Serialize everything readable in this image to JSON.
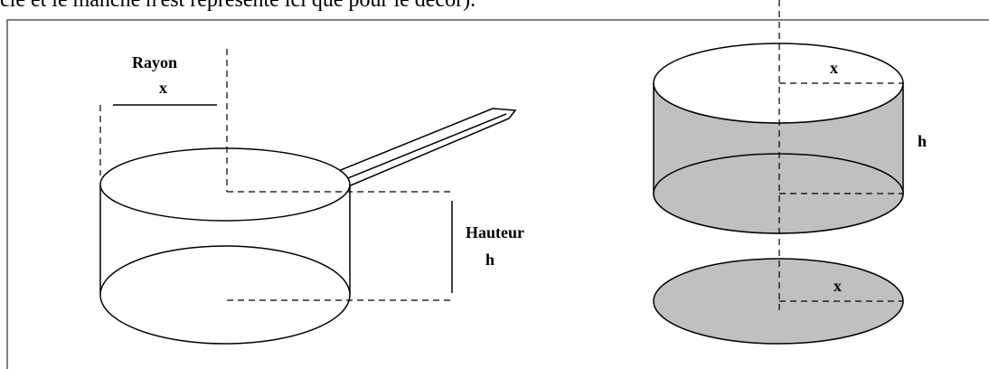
{
  "caption": "cle et le manche n'est représenté ici que pour le décor).",
  "saucepan": {
    "radius_label_line1": "Rayon",
    "radius_label_line2": "x",
    "height_label_line1": "Hauteur",
    "height_label_line2": "h"
  },
  "cylinder": {
    "radius_label_top": "x",
    "height_label": "h",
    "radius_label_disc": "x"
  },
  "colors": {
    "fill_grey": "#c0c0c0",
    "stroke": "#000000"
  }
}
